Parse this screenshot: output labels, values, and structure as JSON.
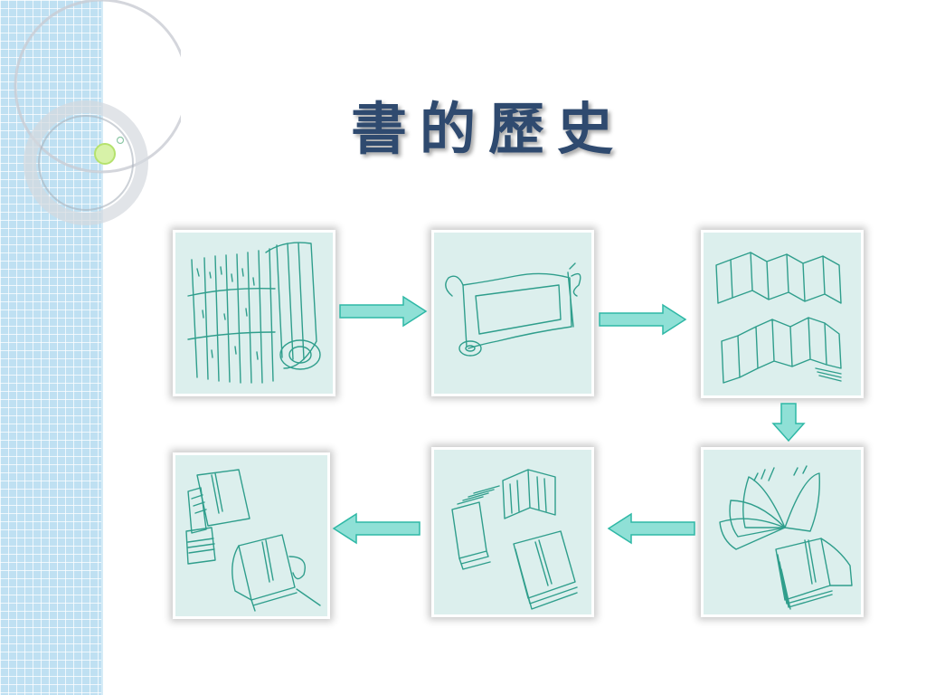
{
  "title": "書的歷史",
  "colors": {
    "title": "#2f4a6f",
    "sidebar": "#bfe0f2",
    "panel_bg": "#dcefed",
    "sketch_ink": "#2f9e8c",
    "arrow_fill": "#8fe0d6",
    "arrow_stroke": "#2fb8a6"
  },
  "stages": [
    {
      "id": "bamboo-slips",
      "icon": "bamboo-slips-illustration"
    },
    {
      "id": "scroll",
      "icon": "scroll-illustration"
    },
    {
      "id": "accordion-binding",
      "icon": "accordion-book-illustration"
    },
    {
      "id": "butterfly-binding",
      "icon": "butterfly-binding-illustration"
    },
    {
      "id": "wrapped-back-binding",
      "icon": "wrapped-back-binding-illustration"
    },
    {
      "id": "thread-binding",
      "icon": "thread-bound-book-illustration"
    }
  ],
  "flow_arrows": [
    {
      "from": "bamboo-slips",
      "to": "scroll",
      "direction": "right"
    },
    {
      "from": "scroll",
      "to": "accordion-binding",
      "direction": "right"
    },
    {
      "from": "accordion-binding",
      "to": "butterfly-binding",
      "direction": "down"
    },
    {
      "from": "butterfly-binding",
      "to": "wrapped-back-binding",
      "direction": "left"
    },
    {
      "from": "wrapped-back-binding",
      "to": "thread-binding",
      "direction": "left"
    }
  ]
}
